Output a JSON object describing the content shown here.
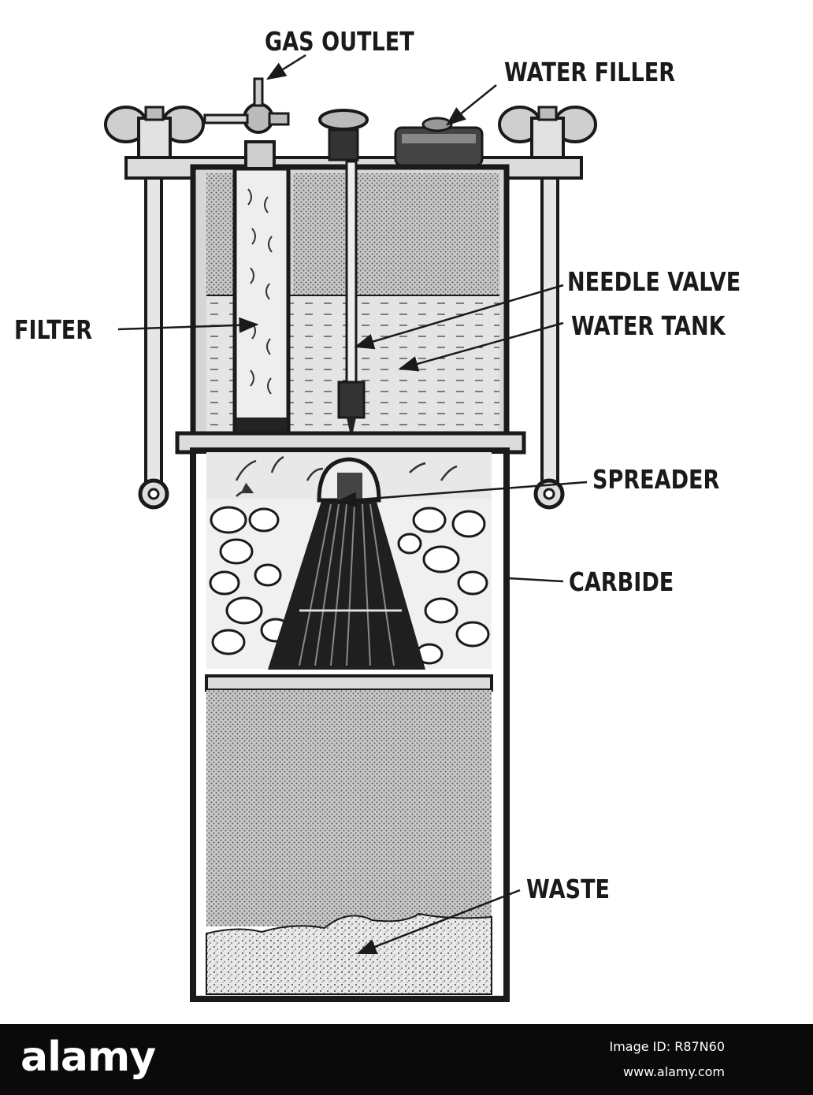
{
  "diagram": {
    "labels": {
      "gas_outlet": "GAS OUTLET",
      "water_filler": "WATER FILLER",
      "needle_valve": "NEEDLE VALVE",
      "water_tank": "WATER TANK",
      "filter": "FILTER",
      "spreader": "SPREADER",
      "carbide": "CARBIDE",
      "waste": "WASTE"
    },
    "colors": {
      "ink": "#1a1a1a",
      "water": "#e4e4e4",
      "body": "#cfcfcf",
      "background": "#ffffff"
    }
  },
  "footer": {
    "brand": "alamy",
    "image_id": "Image ID: R87N60",
    "url": "www.alamy.com",
    "background": "#0a0a0a"
  }
}
